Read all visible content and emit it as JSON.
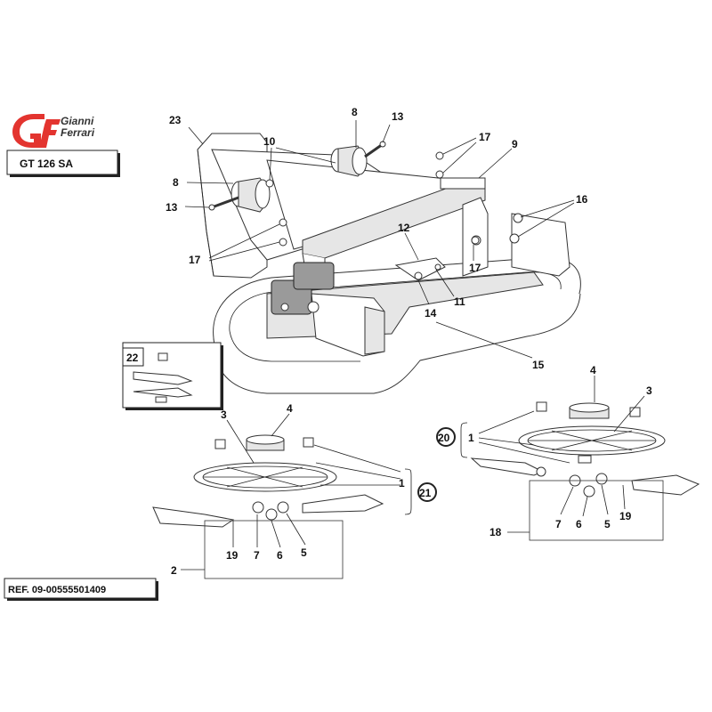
{
  "brand": {
    "logo_mark": "GF",
    "name_line1": "Gianni",
    "name_line2": "Ferrari",
    "logo_color": "#e3342f"
  },
  "model": "GT 126 SA",
  "reference": "REF. 09-00555501409",
  "callouts": {
    "c23": "23",
    "c8a": "8",
    "c13a": "13",
    "c10": "10",
    "c17a": "17",
    "c9": "9",
    "c8b": "8",
    "c13b": "13",
    "c16": "16",
    "c12": "12",
    "c17b": "17",
    "c17c": "17",
    "c11": "11",
    "c14": "14",
    "c15": "15",
    "c22": "22",
    "c4a": "4",
    "c3a": "3",
    "c1a": "1",
    "c21": "21",
    "c19a": "19",
    "c7a": "7",
    "c6a": "6",
    "c5a": "5",
    "c2": "2",
    "c4b": "4",
    "c3b": "3",
    "c20": "20",
    "c1b": "1",
    "c7b": "7",
    "c6b": "6",
    "c5b": "5",
    "c19b": "19",
    "c18": "18"
  }
}
